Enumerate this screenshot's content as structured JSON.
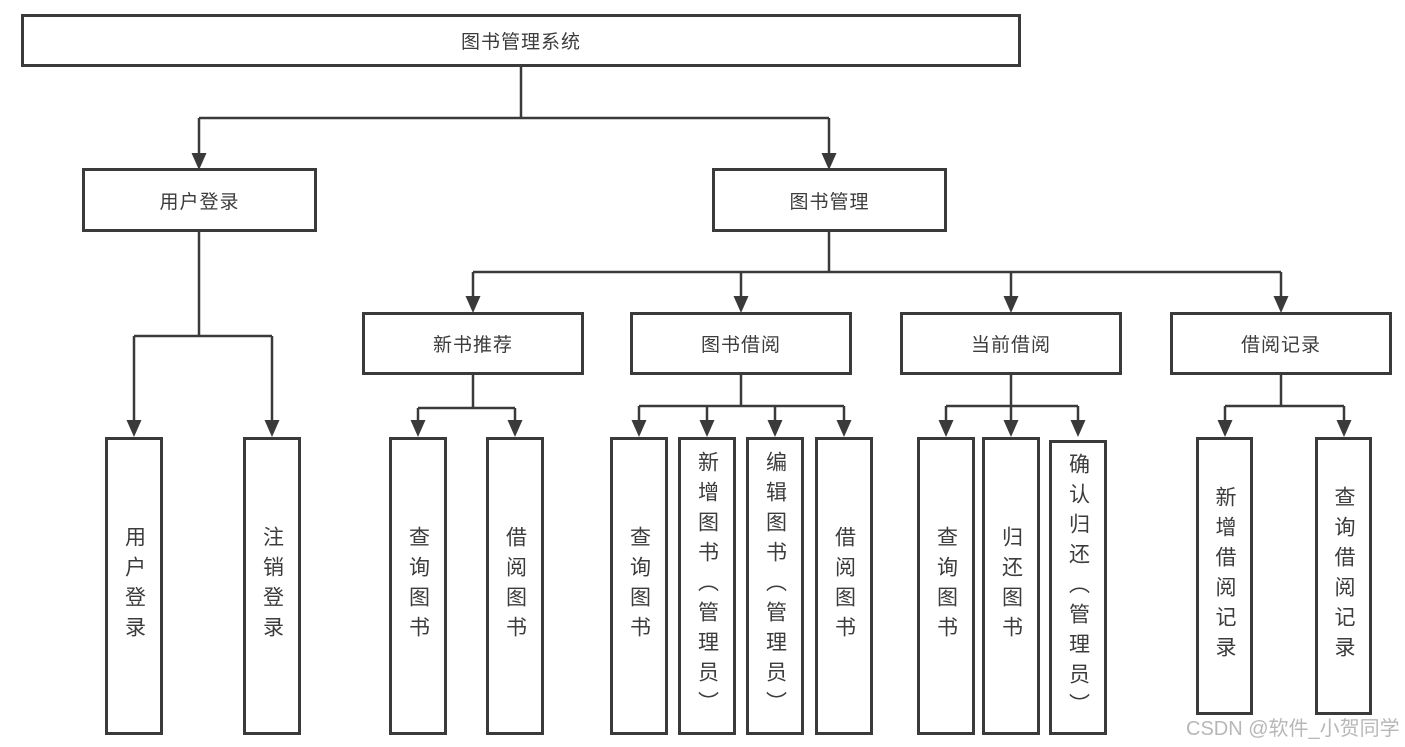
{
  "diagram_title": "图书管理系统",
  "watermark": "CSDN @软件_小贺同学",
  "colors": {
    "line": "#3a3a3a",
    "box_fill": "#ffffff",
    "text": "#3c3c3c",
    "watermark": "#b0b0b0"
  },
  "tree": {
    "root": {
      "label": "图书管理系统"
    },
    "level2": [
      {
        "label": "用户登录",
        "children": [
          "用户登录",
          "注销登录"
        ]
      },
      {
        "label": "图书管理"
      }
    ],
    "level3": [
      {
        "label": "新书推荐",
        "children": [
          "查询图书",
          "借阅图书"
        ]
      },
      {
        "label": "图书借阅",
        "children": [
          "查询图书",
          "新增图书（管理员）",
          "编辑图书（管理员）",
          "借阅图书"
        ]
      },
      {
        "label": "当前借阅",
        "children": [
          "查询图书",
          "归还图书",
          "确认归还（管理员）"
        ]
      },
      {
        "label": "借阅记录",
        "children": [
          "新增借阅记录",
          "查询借阅记录"
        ]
      }
    ]
  }
}
